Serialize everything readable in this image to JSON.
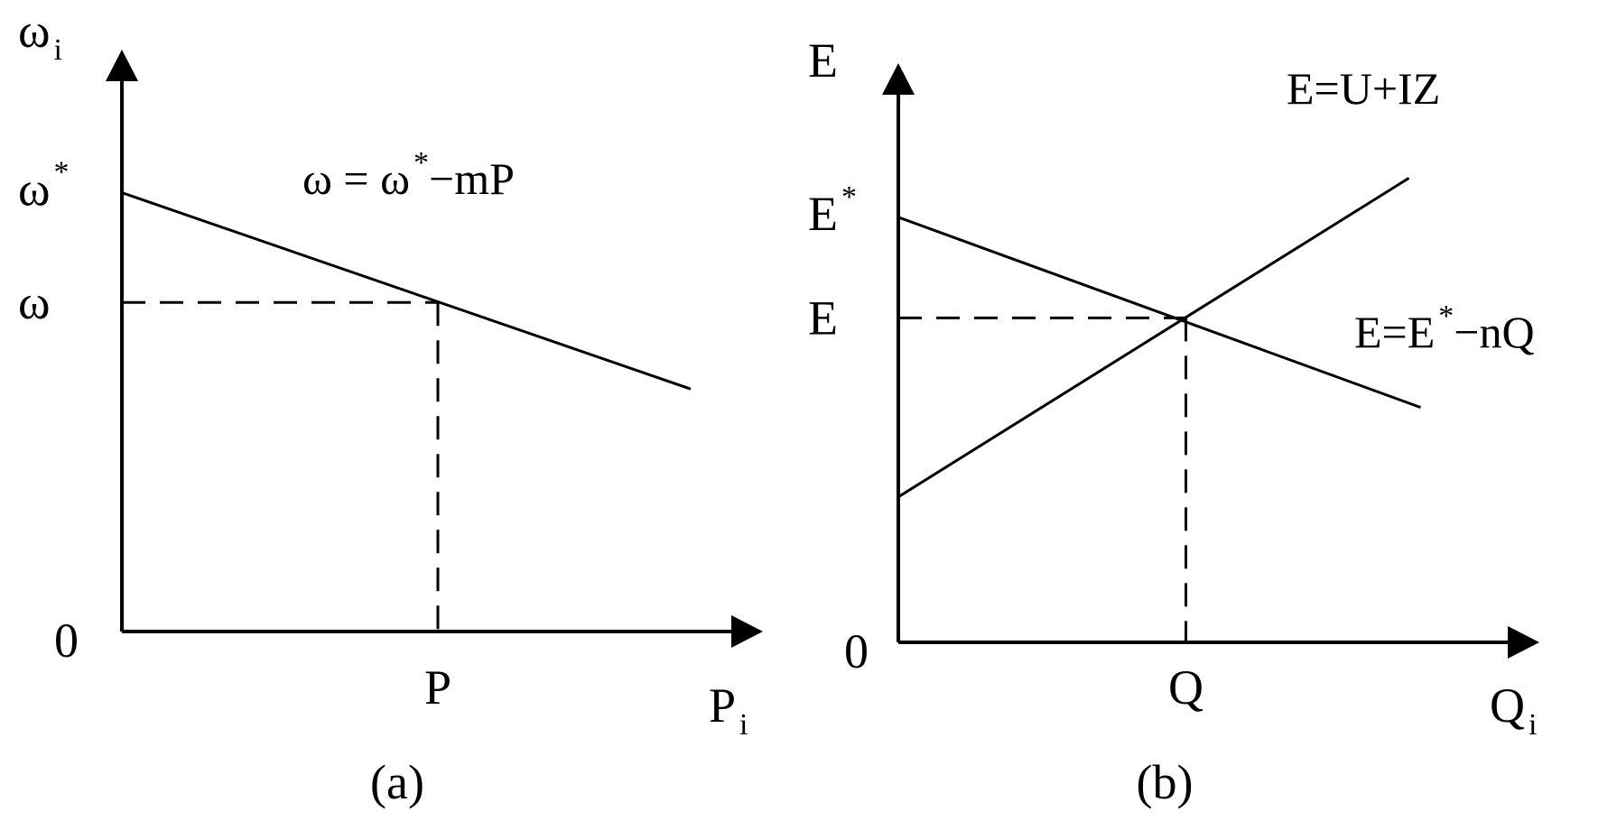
{
  "charts": [
    {
      "origin_label": "0",
      "y_axis_label": "ω",
      "y_axis_label_sub": "i",
      "x_axis_label": "P",
      "x_axis_label_sub": "i",
      "y_ticks": [
        {
          "main": "ω",
          "sup": "*"
        },
        {
          "main": "ω",
          "sup": ""
        }
      ],
      "x_ticks": [
        {
          "main": "P"
        }
      ],
      "equations": [
        {
          "pre": "ω = ω",
          "sup": "*",
          "post": "−mP"
        }
      ],
      "caption": "(a)"
    },
    {
      "origin_label": "0",
      "y_axis_label": "E",
      "y_axis_label_sub": "",
      "x_axis_label": "Q",
      "x_axis_label_sub": "i",
      "y_ticks": [
        {
          "main": "E",
          "sup": "*"
        },
        {
          "main": "E",
          "sup": ""
        }
      ],
      "x_ticks": [
        {
          "main": "Q"
        }
      ],
      "equations": [
        {
          "pre": "E=U+IZ",
          "sup": "",
          "post": ""
        },
        {
          "pre": "E=E",
          "sup": "*",
          "post": "−nQ"
        }
      ],
      "caption": "(b)"
    }
  ],
  "chart_data": [
    {
      "type": "line",
      "title": "",
      "xlabel": "P_i",
      "ylabel": "ω_i",
      "xlim": [
        0,
        1.0
      ],
      "ylim": [
        0,
        1.0
      ],
      "series": [
        {
          "values_x": [
            0,
            0.9
          ],
          "values_y": [
            0.76,
            0.42
          ]
        }
      ],
      "reference_point": {
        "x": 0.5,
        "y": 0.57
      },
      "dashed_guides": true
    },
    {
      "type": "line",
      "title": "",
      "xlabel": "Q_i",
      "ylabel": "E",
      "xlim": [
        0,
        1.0
      ],
      "ylim": [
        0,
        1.0
      ],
      "series": [
        {
          "values_x": [
            0,
            0.89
          ],
          "values_y": [
            0.76,
            0.42
          ]
        },
        {
          "values_x": [
            0,
            0.87
          ],
          "values_y": [
            0.26,
            0.83
          ]
        }
      ],
      "reference_point": {
        "x": 0.49,
        "y": 0.58
      },
      "dashed_guides": true
    }
  ]
}
